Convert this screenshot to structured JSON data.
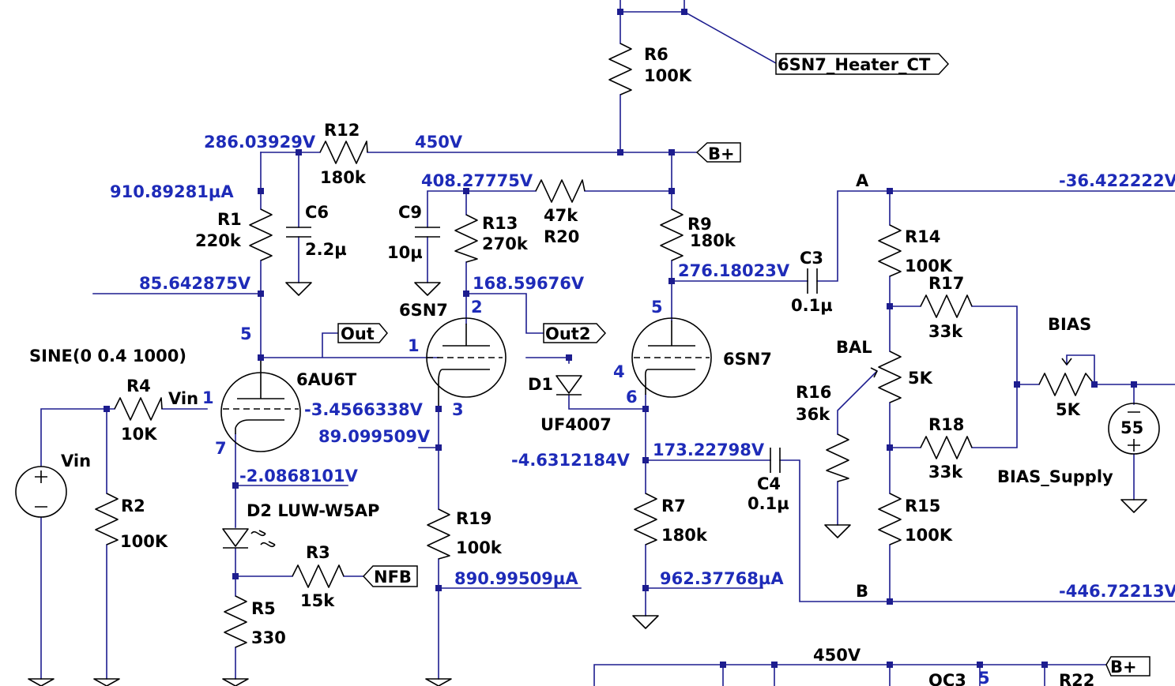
{
  "components": {
    "r6": {
      "name": "R6",
      "value": "100K"
    },
    "r12": {
      "name": "R12",
      "value": "180k"
    },
    "r1": {
      "name": "R1",
      "value": "220k"
    },
    "c6": {
      "name": "C6",
      "value": "2.2µ"
    },
    "c9": {
      "name": "C9",
      "value": "10µ"
    },
    "r13": {
      "name": "R13",
      "value": "270k"
    },
    "r20": {
      "name": "R20",
      "value": "47k"
    },
    "r9": {
      "name": "R9",
      "value": "180k"
    },
    "c3": {
      "name": "C3",
      "value": "0.1µ"
    },
    "tube_first": {
      "name": "6AU6T"
    },
    "tube_left": {
      "name": "6SN7"
    },
    "tube_right": {
      "name": "6SN7"
    },
    "vin": {
      "name": "Vin",
      "spec": "SINE(0 0.4 1000)"
    },
    "r4": {
      "name": "R4",
      "value": "10K"
    },
    "r2": {
      "name": "R2",
      "value": "100K"
    },
    "d2": {
      "name": "D2 LUW-W5AP"
    },
    "r3": {
      "name": "R3",
      "value": "15k"
    },
    "r5": {
      "name": "R5",
      "value": "330"
    },
    "r19": {
      "name": "R19",
      "value": "100k"
    },
    "d1": {
      "name": "D1",
      "value": "UF4007"
    },
    "r7": {
      "name": "R7",
      "value": "180k"
    },
    "c4": {
      "name": "C4",
      "value": "0.1µ"
    },
    "r14": {
      "name": "R14",
      "value": "100K"
    },
    "r17": {
      "name": "R17",
      "value": "33k"
    },
    "bal": {
      "name": "BAL",
      "value": "5K"
    },
    "r16": {
      "name": "R16",
      "value": "36k"
    },
    "r18": {
      "name": "R18",
      "value": "33k"
    },
    "r15": {
      "name": "R15",
      "value": "100K"
    },
    "bias": {
      "name": "BIAS",
      "value": "5K"
    },
    "bias_supply": {
      "name": "BIAS_Supply",
      "value": "55"
    },
    "oc3": {
      "name": "OC3"
    },
    "r22": {
      "name": "R22"
    }
  },
  "nets": {
    "vin": "Vin",
    "a": "A",
    "b": "B",
    "rail_bottom": "450V"
  },
  "flags": {
    "heater_ct": "6SN7_Heater_CT",
    "bplus": "B+",
    "out": "Out",
    "out2": "Out2",
    "nfb": "NFB"
  },
  "pins": {
    "p_6au6t_plate": "5",
    "p_6au6t_grid": "1",
    "p_6au6t_cathode": "7",
    "p_left_grid": "1",
    "p_left_plate": "2",
    "p_left_cathode": "3",
    "p_right_plate": "5",
    "p_right_grid": "4",
    "p_right_cathode": "6",
    "p_oc3": "5"
  },
  "readings": {
    "r12_left": "286.03929V",
    "bplus_node": "450V",
    "r1_current": "910.89281µA",
    "node_r13_top": "408.27775V",
    "node_a": "-36.422222V",
    "right_plate": "276.18023V",
    "first_plate": "85.642875V",
    "left_plate": "168.59676V",
    "left_grid": "-3.4566338V",
    "left_cathode": "89.099509V",
    "right_cathode": "173.22798V",
    "right_grid": "-4.6312184V",
    "first_cathode": "-2.0868101V",
    "r19_current": "890.99509µA",
    "r7_current": "962.37768µA",
    "node_b": "-446.72213V"
  },
  "colors": {
    "wire": "#1d1d8f",
    "reading_text": "#1e2bb8",
    "component": "#000000",
    "background": "#ffffff"
  }
}
